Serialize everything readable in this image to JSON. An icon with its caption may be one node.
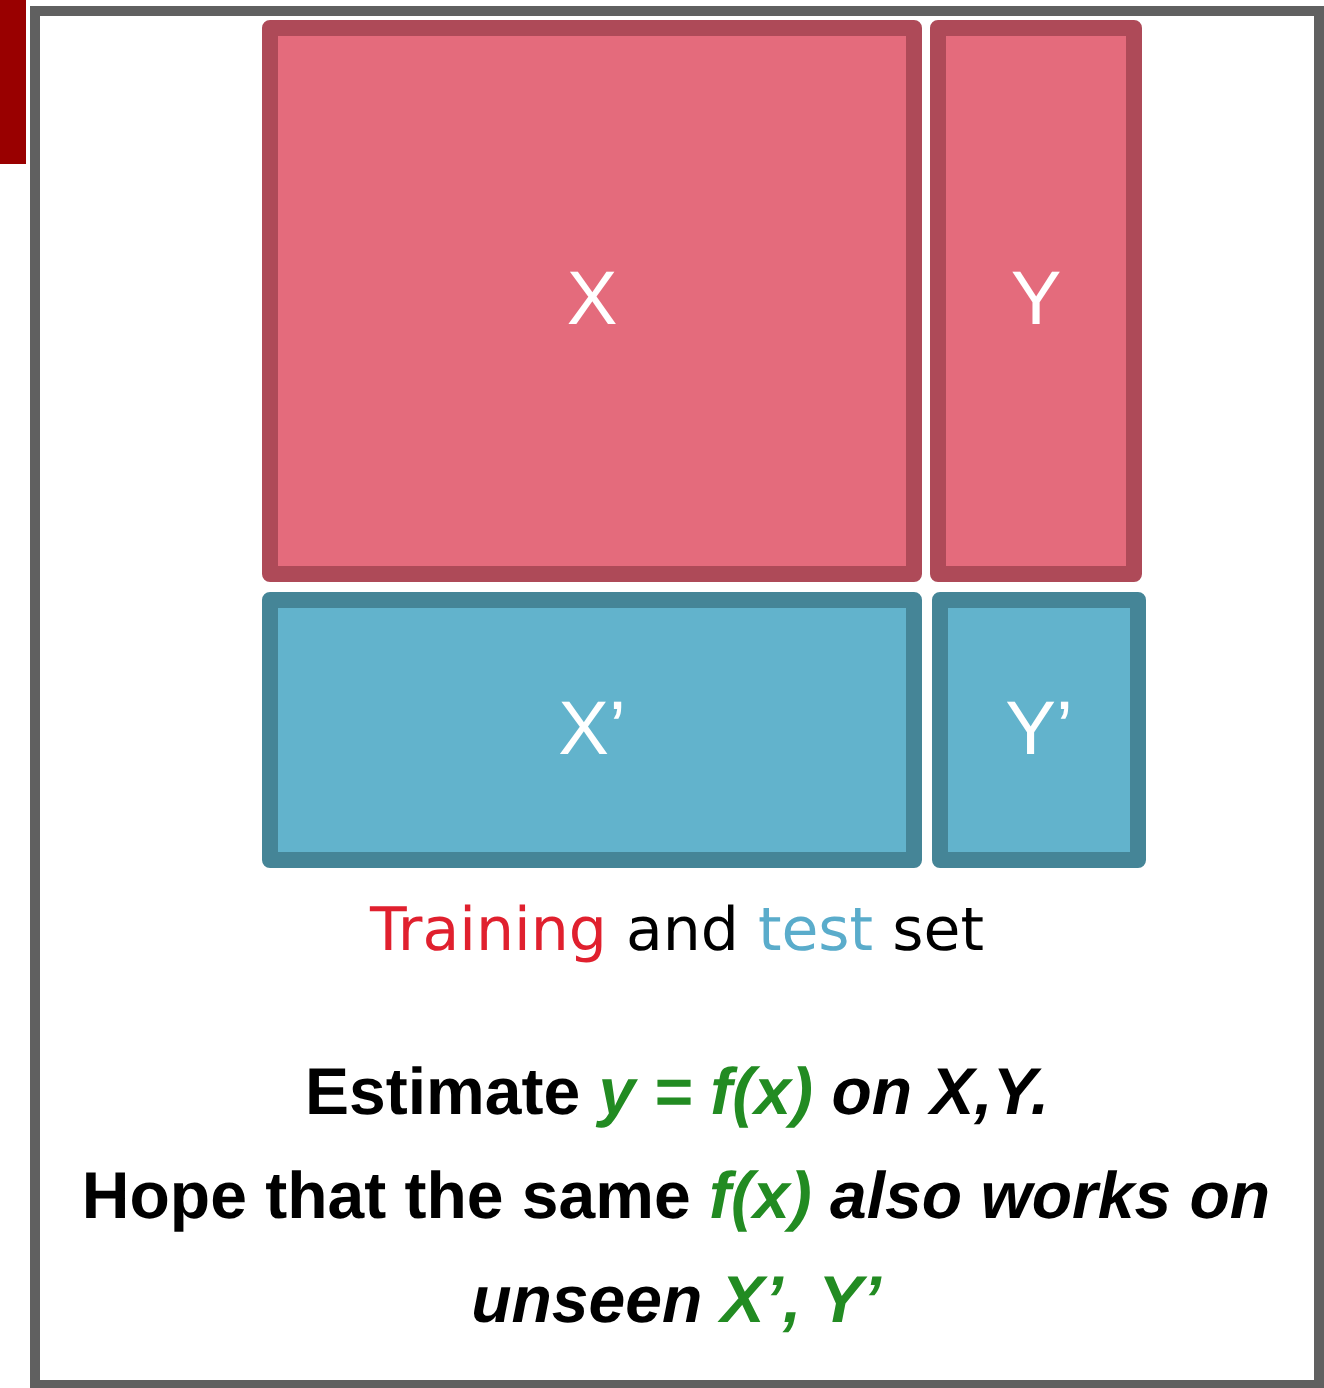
{
  "diagram": {
    "nodes": [
      {
        "text": [
          "X"
        ]
      },
      {
        "text": [
          "Y"
        ]
      },
      {
        "text": [
          "X’"
        ]
      },
      {
        "text": [
          "Y’"
        ]
      }
    ],
    "labels": [
      "Training and test set",
      "Estimate *y = f(x)* *on X,Y.*",
      "Hope that the same *f(x)* *also works on unseen* *X’, Y’*"
    ]
  }
}
